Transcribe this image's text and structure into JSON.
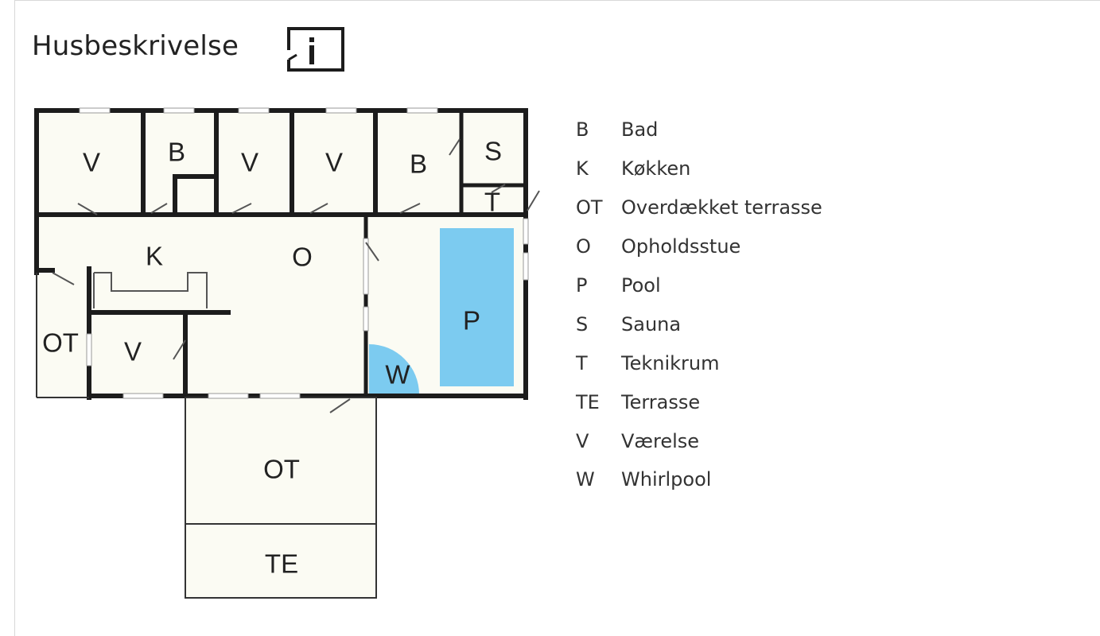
{
  "title": "Husbeskrivelse",
  "icon": "house-info-icon",
  "colors": {
    "wall": "#1c1c1c",
    "floor": "#fbfbf3",
    "water": "#7ccbf0"
  },
  "rooms": {
    "v1": "V",
    "b1": "B",
    "v2": "V",
    "v3": "V",
    "b2": "B",
    "s": "S",
    "t": "T",
    "k": "K",
    "o": "O",
    "ot_left": "OT",
    "v4": "V",
    "p": "P",
    "w": "W",
    "ot_bottom": "OT",
    "te": "TE"
  },
  "legend": [
    {
      "code": "B",
      "name": "Bad"
    },
    {
      "code": "K",
      "name": "Køkken"
    },
    {
      "code": "OT",
      "name": "Overdækket terrasse"
    },
    {
      "code": "O",
      "name": "Opholdsstue"
    },
    {
      "code": "P",
      "name": "Pool"
    },
    {
      "code": "S",
      "name": "Sauna"
    },
    {
      "code": "T",
      "name": "Teknikrum"
    },
    {
      "code": "TE",
      "name": "Terrasse"
    },
    {
      "code": "V",
      "name": "Værelse"
    },
    {
      "code": "W",
      "name": "Whirlpool"
    }
  ]
}
